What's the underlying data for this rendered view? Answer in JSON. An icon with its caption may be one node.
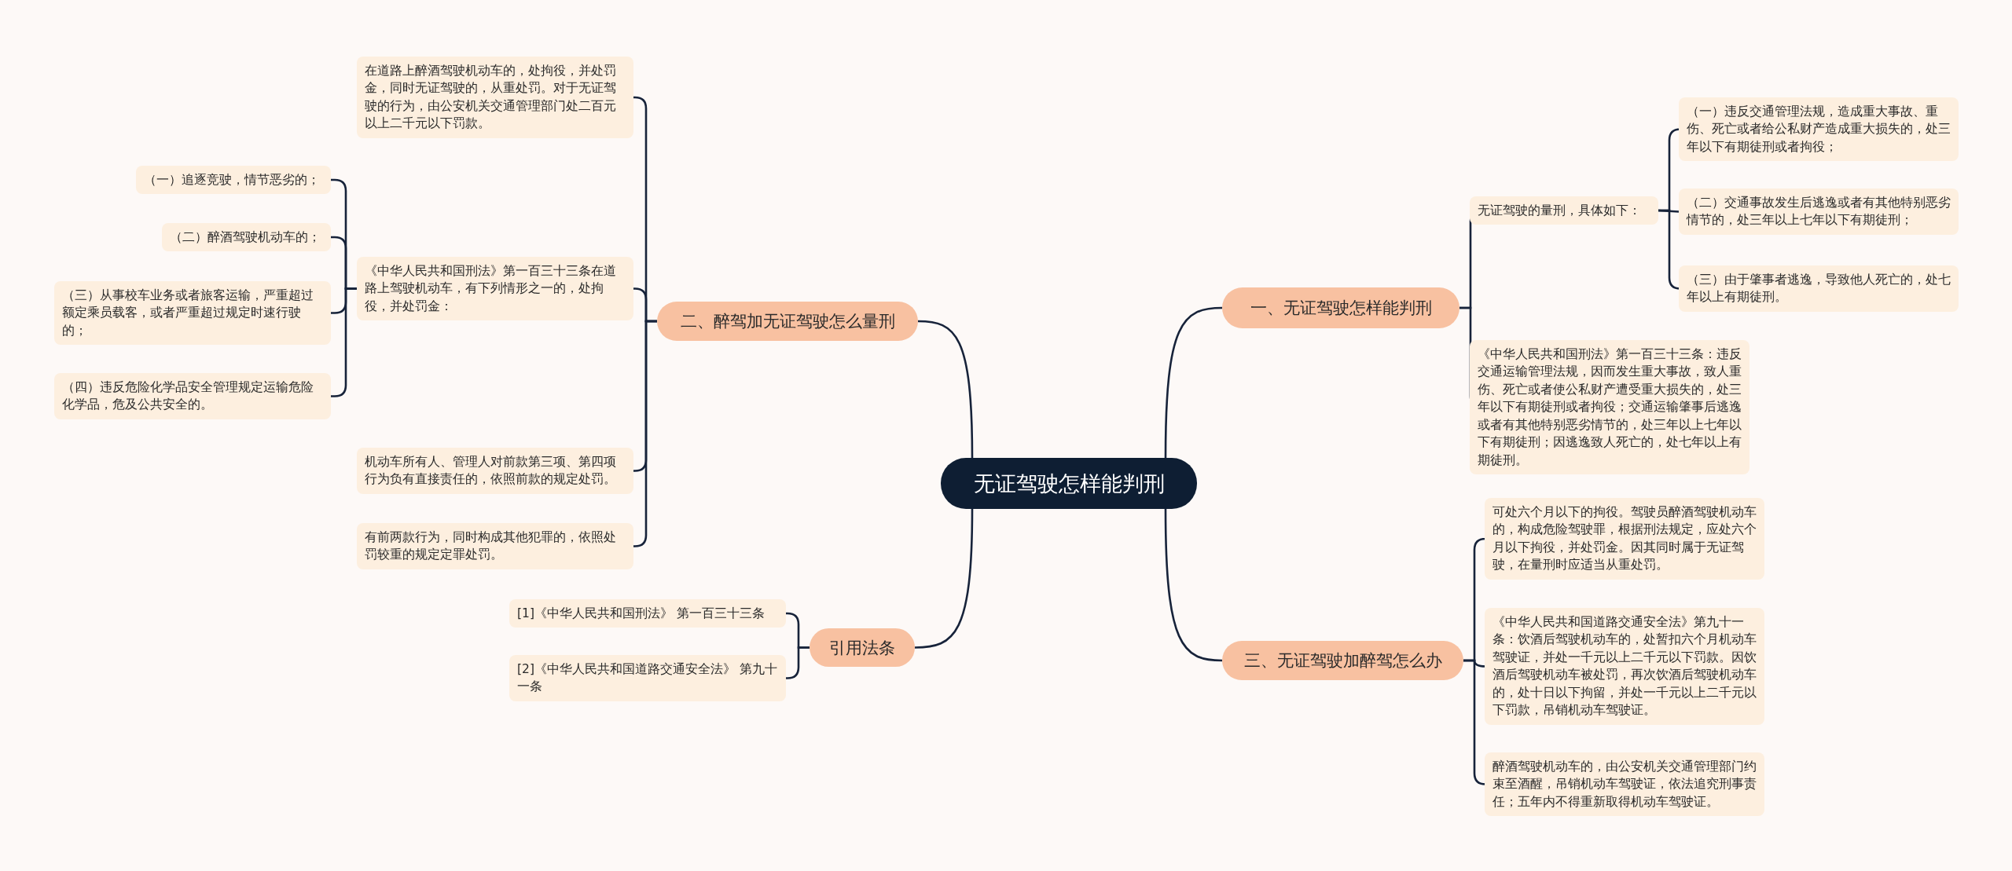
{
  "diagram": {
    "nodes": [
      {
        "text": [
          "无证驾驶怎样能判刑"
        ]
      },
      {
        "text": [
          "一、无证驾驶怎样能判刑"
        ]
      },
      {
        "text": [
          "无证驾驶的量刑，具体如下："
        ]
      },
      {
        "text": [
          "（一）违反交通管理法规，造成重大事故、重伤、死亡或者给公私财产造成重大损失的，处三年以下有期徒刑或者拘役；"
        ]
      },
      {
        "text": [
          "（二）交通事故发生后逃逸或者有其他特别恶劣情节的，处三年以上七年以下有期徒刑；"
        ]
      },
      {
        "text": [
          "（三）由于肇事者逃逸，导致他人死亡的，处七年以上有期徒刑。"
        ]
      },
      {
        "text": [
          "《中华人民共和国刑法》第一百三十三条：违反交通运输管理法规，因而发生重大事故，致人重伤、死亡或者使公私财产遭受重大损失的，处三年以下有期徒刑或者拘役；交通运输肇事后逃逸或者有其他特别恶劣情节的，处三年以上七年以下有期徒刑；因逃逸致人死亡的，处七年以上有期徒刑。"
        ]
      },
      {
        "text": [
          "三、无证驾驶加醉驾怎么办"
        ]
      },
      {
        "text": [
          "可处六个月以下的拘役。驾驶员醉酒驾驶机动车的，构成危险驾驶罪，根据刑法规定，应处六个月以下拘役，并处罚金。因其同时属于无证驾驶，在量刑时应适当从重处罚。"
        ]
      },
      {
        "text": [
          "《中华人民共和国道路交通安全法》第九十一条：饮酒后驾驶机动车的，处暂扣六个月机动车驾驶证，并处一千元以上二千元以下罚款。因饮酒后驾驶机动车被处罚，再次饮酒后驾驶机动车的，处十日以下拘留，并处一千元以上二千元以下罚款，吊销机动车驾驶证。"
        ]
      },
      {
        "text": [
          "醉酒驾驶机动车的，由公安机关交通管理部门约束至酒醒，吊销机动车驾驶证，依法追究刑事责任；五年内不得重新取得机动车驾驶证。"
        ]
      },
      {
        "text": [
          "二、醉驾加无证驾驶怎么量刑"
        ]
      },
      {
        "text": [
          "在道路上醉酒驾驶机动车的，处拘役，并处罚金，同时无证驾驶的，从重处罚。对于无证驾驶的行为，由公安机关交通管理部门处二百元以上二千元以下罚款。"
        ]
      },
      {
        "text": [
          "《中华人民共和国刑法》第一百三十三条在道路上驾驶机动车，有下列情形之一的，处拘役，并处罚金："
        ]
      },
      {
        "text": [
          "（一）追逐竞驶，情节恶劣的；"
        ]
      },
      {
        "text": [
          "（二）醉酒驾驶机动车的；"
        ]
      },
      {
        "text": [
          "（三）从事校车业务或者旅客运输，严重超过额定乘员载客，或者严重超过规定时速行驶的；"
        ]
      },
      {
        "text": [
          "（四）违反危险化学品安全管理规定运输危险化学品，危及公共安全的。"
        ]
      },
      {
        "text": [
          "机动车所有人、管理人对前款第三项、第四项行为负有直接责任的，依照前款的规定处罚。"
        ]
      },
      {
        "text": [
          "有前两款行为，同时构成其他犯罪的，依照处罚较重的规定定罪处罚。"
        ]
      },
      {
        "text": [
          "引用法条"
        ]
      },
      {
        "text": [
          "[1]《中华人民共和国刑法》 第一百三十三条"
        ]
      },
      {
        "text": [
          "[2]《中华人民共和国道路交通安全法》 第九十一条"
        ]
      }
    ],
    "edges": [
      {
        "from": 0,
        "to": 1,
        "arrow": "none"
      },
      {
        "from": 1,
        "to": 2,
        "arrow": "none"
      },
      {
        "from": 2,
        "to": 3,
        "arrow": "none"
      },
      {
        "from": 2,
        "to": 4,
        "arrow": "none"
      },
      {
        "from": 2,
        "to": 5,
        "arrow": "none"
      },
      {
        "from": 1,
        "to": 6,
        "arrow": "none"
      },
      {
        "from": 0,
        "to": 7,
        "arrow": "none"
      },
      {
        "from": 7,
        "to": 8,
        "arrow": "none"
      },
      {
        "from": 7,
        "to": 9,
        "arrow": "none"
      },
      {
        "from": 7,
        "to": 10,
        "arrow": "none"
      },
      {
        "from": 0,
        "to": 11,
        "arrow": "none"
      },
      {
        "from": 11,
        "to": 12,
        "arrow": "none"
      },
      {
        "from": 11,
        "to": 13,
        "arrow": "none"
      },
      {
        "from": 13,
        "to": 14,
        "arrow": "none"
      },
      {
        "from": 13,
        "to": 15,
        "arrow": "none"
      },
      {
        "from": 13,
        "to": 16,
        "arrow": "none"
      },
      {
        "from": 13,
        "to": 17,
        "arrow": "none"
      },
      {
        "from": 11,
        "to": 18,
        "arrow": "none"
      },
      {
        "from": 11,
        "to": 19,
        "arrow": "none"
      },
      {
        "from": 0,
        "to": 20,
        "arrow": "none"
      },
      {
        "from": 20,
        "to": 21,
        "arrow": "none"
      },
      {
        "from": 20,
        "to": 22,
        "arrow": "none"
      }
    ]
  }
}
